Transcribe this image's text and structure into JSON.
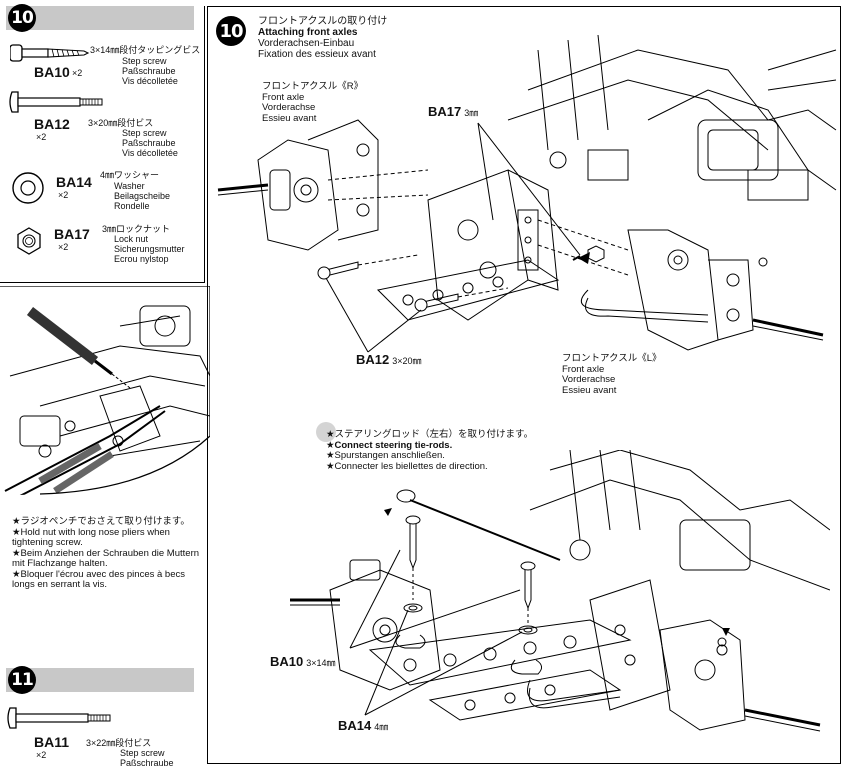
{
  "step10_header": {
    "number": "10"
  },
  "step11_header": {
    "number": "11"
  },
  "parts_step10": [
    {
      "code": "BA10",
      "qty": "×2",
      "spec": "3×14㎜段付タッピングビス",
      "trans": [
        "Step screw",
        "Paßschraube",
        "Vis décolletée"
      ]
    },
    {
      "code": "BA12",
      "qty": "×2",
      "spec": "3×20㎜段付ビス",
      "trans": [
        "Step screw",
        "Paßschraube",
        "Vis décolletée"
      ]
    },
    {
      "code": "BA14",
      "qty": "×2",
      "spec": "4㎜ワッシャー",
      "trans": [
        "Washer",
        "Beilagscheibe",
        "Rondelle"
      ]
    },
    {
      "code": "BA17",
      "qty": "×2",
      "spec": "3㎜ロックナット",
      "trans": [
        "Lock nut",
        "Sicherungsmutter",
        "Ecrou nylstop"
      ]
    }
  ],
  "parts_step11": [
    {
      "code": "BA11",
      "qty": "×2",
      "spec": "3×22㎜段付ビス",
      "trans": [
        "Step screw",
        "Paßschraube"
      ]
    }
  ],
  "plier_note": [
    "★ラジオペンチでおさえて取り付けます。",
    "★Hold nut with long nose pliers when tightening screw.",
    "★Beim Anziehen der Schrauben die Muttern mit Flachzange halten.",
    "★Bloquer l'écrou avec des pinces à becs longs en serrant la vis."
  ],
  "main": {
    "step_number": "10",
    "title": [
      "フロントアクスルの取り付け",
      "Attaching front axles",
      "Vorderachsen-Einbau",
      "Fixation des essieux avant"
    ],
    "axle_r": [
      "フロントアクスル《R》",
      "Front axle",
      "Vorderachse",
      "Essieu avant"
    ],
    "axle_l": [
      "フロントアクスル《L》",
      "Front axle",
      "Vorderachse",
      "Essieu avant"
    ],
    "callout_ba17": {
      "code": "BA17",
      "size": "3㎜"
    },
    "callout_ba12": {
      "code": "BA12",
      "size": "3×20㎜"
    },
    "callout_ba10": {
      "code": "BA10",
      "size": "3×14㎜"
    },
    "callout_ba14": {
      "code": "BA14",
      "size": "4㎜"
    },
    "tierod_note": [
      "★ステアリングロッド（左右）を取り付けます。",
      "★Connect steering tie-rods.",
      "★Spurstangen anschließen.",
      "★Connecter les biellettes de direction."
    ]
  }
}
